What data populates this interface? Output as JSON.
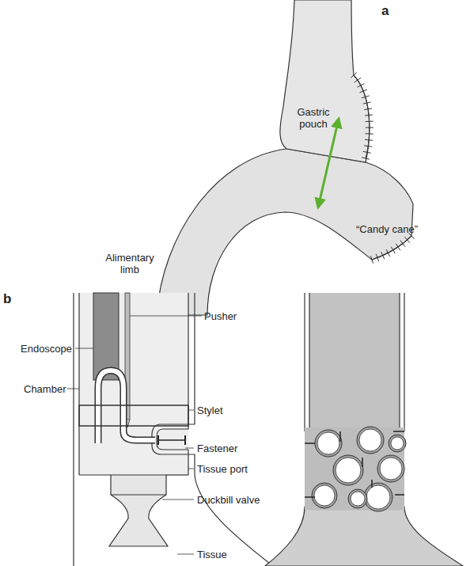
{
  "diagram": {
    "labels": [
      "a",
      "Gastric pouch",
      "“Candy cane”",
      "Alimentary limb",
      "b",
      "Pusher",
      "Endoscope",
      "Chamber",
      "Stylet",
      "Fastener",
      "Tissue port",
      "Duckbill valve",
      "Tissue"
    ]
  }
}
